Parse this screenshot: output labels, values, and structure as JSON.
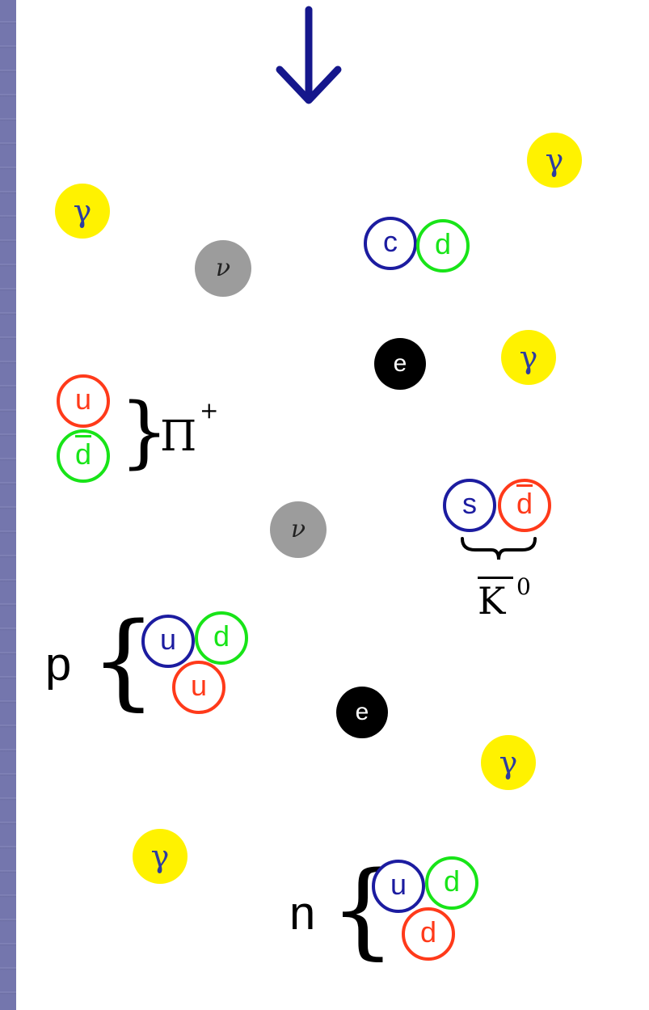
{
  "colors": {
    "photon": "#fff200",
    "neutrino": "#9c9c9c",
    "electron": "#000000",
    "quark_blue": "#1c1ca0",
    "quark_green": "#18e418",
    "quark_red": "#ff3a1a",
    "arrow": "#15178c"
  },
  "arrow": {
    "icon": "down-arrow-icon"
  },
  "symbols": {
    "photon": "γ",
    "neutrino": "ν",
    "electron": "e"
  },
  "cd_pair": {
    "q1": "c",
    "q2": "d"
  },
  "pion": {
    "q1": "u",
    "q2": "d",
    "name": "Π",
    "charge": "+"
  },
  "kaon": {
    "q1": "s",
    "q2": "d",
    "name": "K",
    "charge": "0"
  },
  "proton": {
    "label": "p",
    "q1": "u",
    "q2": "d",
    "q3": "u"
  },
  "neutron": {
    "label": "n",
    "q1": "u",
    "q2": "d",
    "q3": "d"
  }
}
